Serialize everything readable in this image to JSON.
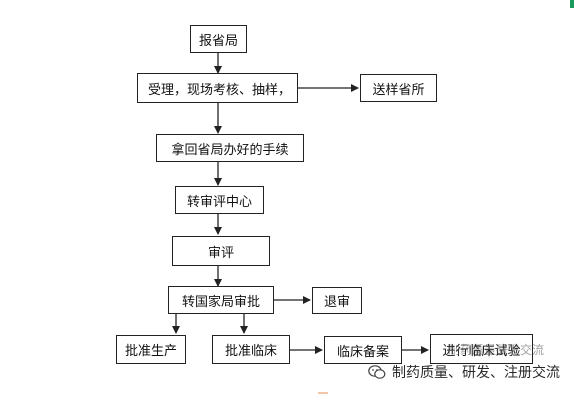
{
  "nodes": {
    "report": "报省局",
    "accept": "受理，现场考核、抽样，",
    "send_sample": "送样省所",
    "approval_docs": "拿回省局办好的手续",
    "to_review_center": "转审评中心",
    "review": "审评",
    "to_national": "转国家局审批",
    "reject": "退审",
    "approve_production": "批准生产",
    "approve_clinical": "批准临床",
    "clinical_filing": "临床备案",
    "clinical_trial": "进行临床试验"
  },
  "watermark": {
    "text": "制药质量、研发、注册交流",
    "ghost": "制药质量研发交流"
  },
  "colors": {
    "line": "#222222",
    "accent": "#1a9a5a"
  }
}
